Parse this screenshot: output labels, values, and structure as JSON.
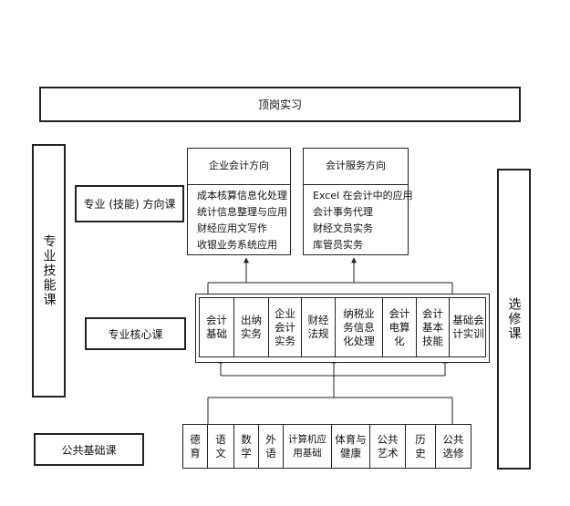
{
  "internship": "顶岗实习",
  "left_column": "专业技能课",
  "right_column": "选修课",
  "row_labels": {
    "direction": "专业 (技能) 方向课",
    "core": "专业核心课",
    "basic": "公共基础课"
  },
  "directions": [
    {
      "title": "企业会计方向",
      "items": [
        "成本核算信息化处理",
        "统计信息整理与应用",
        "财经应用文写作",
        "收银业务系统应用"
      ]
    },
    {
      "title": "会计服务方向",
      "items": [
        "Excel 在会计中的应用",
        "会计事务代理",
        "财经文员实务",
        "库管员实务"
      ]
    }
  ],
  "core_courses": [
    "会计\n基础",
    "出纳\n实务",
    "企业\n会计\n实务",
    "财经\n法规",
    "纳税业\n务信息\n化处理",
    "会计\n电算\n化",
    "会计\n基本\n技能",
    "基础会\n计实训"
  ],
  "basic_courses": [
    "德\n育",
    "语\n文",
    "数\n学",
    "外\n语",
    "计算机应\n用基础",
    "体育与\n健康",
    "公共\n艺术",
    "历\n史",
    "公共\n选修"
  ]
}
